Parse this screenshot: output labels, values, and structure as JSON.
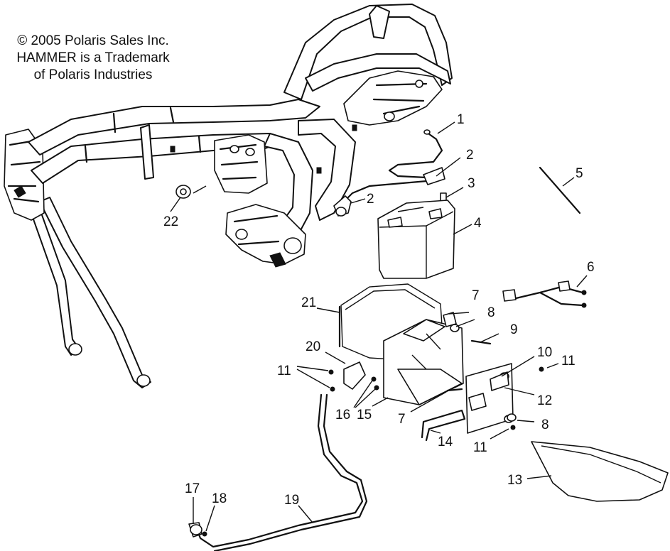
{
  "copyright": {
    "line1": "© 2005 Polaris Sales Inc.",
    "line2": "HAMMER is a Trademark",
    "line3": "of Polaris Industries"
  },
  "callouts": {
    "c1": "1",
    "c2a": "2",
    "c2b": "2",
    "c3": "3",
    "c4": "4",
    "c5": "5",
    "c6": "6",
    "c7a": "7",
    "c7b": "7",
    "c8a": "8",
    "c8b": "8",
    "c9": "9",
    "c10": "10",
    "c11a": "11",
    "c11b": "11",
    "c11c": "11",
    "c12": "12",
    "c13": "13",
    "c14": "14",
    "c15": "15",
    "c16": "16",
    "c17": "17",
    "c18": "18",
    "c19": "19",
    "c20": "20",
    "c21": "21",
    "c22": "22"
  }
}
